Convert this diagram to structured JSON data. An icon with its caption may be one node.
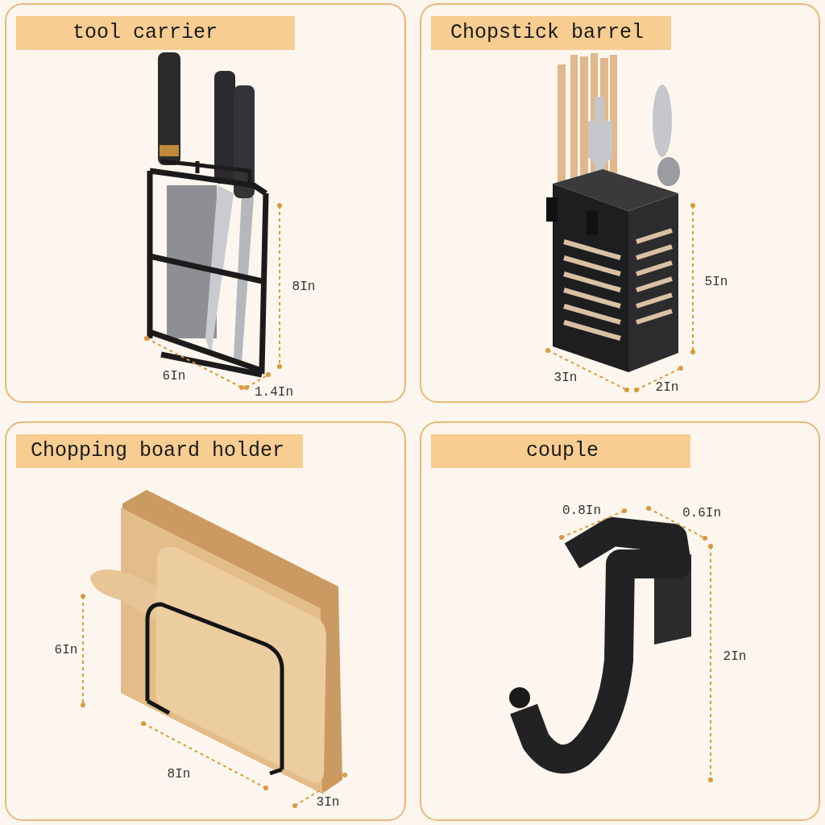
{
  "diagram": {
    "nodes": [
      {
        "text": [
          "tool carrier"
        ]
      },
      {
        "text": [
          "Chopstick barrel"
        ]
      },
      {
        "text": [
          "Chopping board holder"
        ]
      },
      {
        "text": [
          "couple"
        ]
      }
    ],
    "labels": [
      "8In",
      "6In",
      "1.4In",
      "5In",
      "3In",
      "2In",
      "6In",
      "8In",
      "3In",
      "0.8In",
      "0.6In",
      "2In"
    ]
  }
}
